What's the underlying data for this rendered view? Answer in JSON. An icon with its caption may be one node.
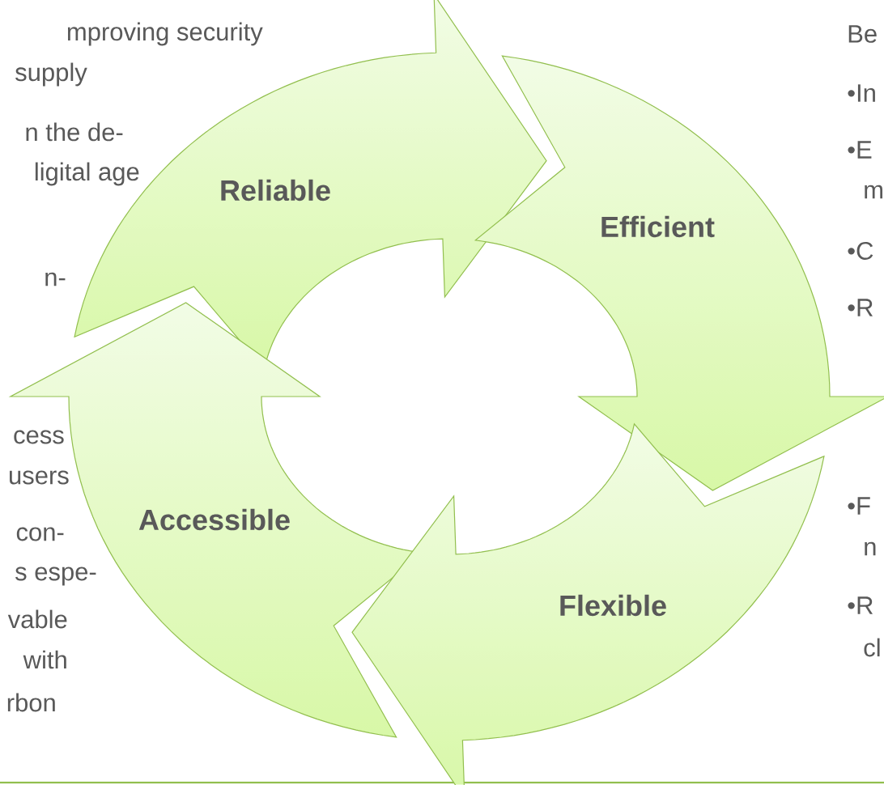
{
  "diagram": {
    "nodes": [
      {
        "text": [
          "Reliable"
        ]
      },
      {
        "text": [
          "Efficient"
        ]
      },
      {
        "text": [
          "Accessible"
        ]
      },
      {
        "text": [
          "Flexible"
        ]
      }
    ],
    "labels": [
      "mproving security",
      "supply",
      "n the de-",
      "ligital age",
      "n-",
      "cess",
      "users",
      "con-",
      "s espe-",
      "vable",
      "with",
      "rbon",
      "Be",
      "•In",
      "•E",
      "m",
      "•C",
      "•R",
      "•F",
      "n",
      "•R",
      "cl"
    ]
  }
}
